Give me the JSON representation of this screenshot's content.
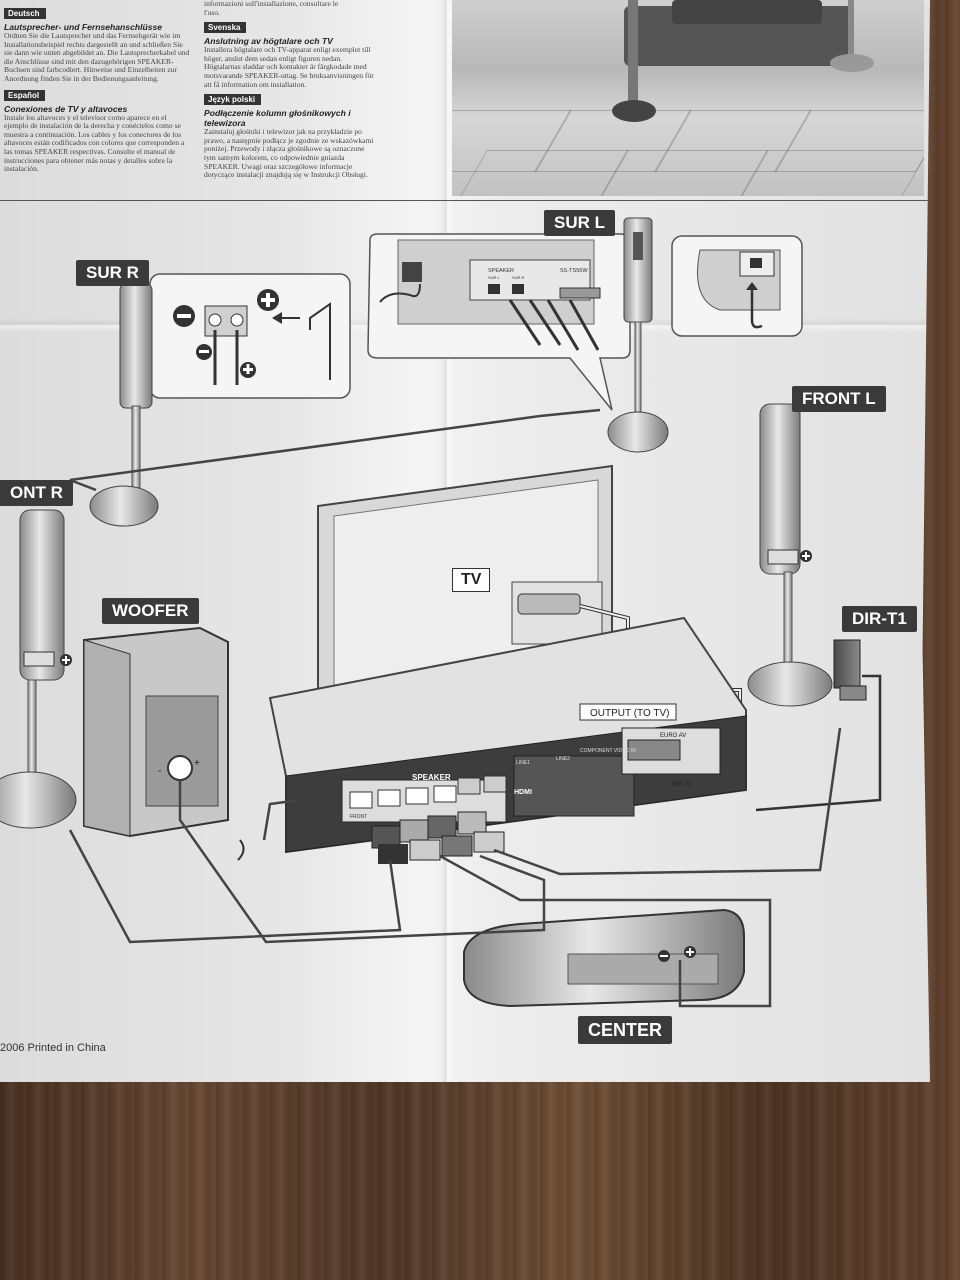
{
  "top_left_fragment": "informazioni sull'installazione, consultare le\nl'uso.",
  "sections": {
    "deutsch": {
      "header": "Deutsch",
      "subtitle": "Lautsprecher- und Fernsehanschlüsse",
      "body": "Ordnen Sie die Lautsprecher und das Fernsehgerät wie im Installationsbeispiel rechts dargestellt an und schließen Sie sie dann wie unten abgebildet an. Die Lautsprecherkabel und die Anschlüsse sind mit den dazugehörigen SPEAKER-Buchsen sind farbcodiert. Hinweise und Einzelheiten zur Anordnung finden Sie in der Bedienungsanleitung."
    },
    "espanol": {
      "header": "Español",
      "subtitle": "Conexiones de TV y altavoces",
      "body": "Instale los altavoces y el televisor como aparece en el ejemplo de instalación de la derecha y conéctelos como se muestra a continuación. Los cables y los conectores de los altavoces están codificados con colores que corresponden a las tomas SPEAKER respectivas. Consulte el manual de instrucciones para obtener más notas y detalles sobre la instalación."
    },
    "svenska": {
      "header": "Svenska",
      "subtitle": "Anslutning av högtalare och TV",
      "body": "Installera högtalare och TV-apparat enligt exemplet till höger, anslut dem sedan enligt figuren nedan. Högtalarnas sladdar och kontakter är färgkodade med motsvarande SPEAKER-uttag. Se bruksanvisningen för att få information om installation."
    },
    "polski": {
      "header": "Język polski",
      "subtitle": "Podłączenie kolumn głośnikowych i telewizora",
      "body": "Zainstaluj głośniki i telewizor jak na przykładzie po prawo, a następnie podłącz je zgodnie ze wskazówkami poniżej. Przewody i złącza głośnikowe są oznaczone tym samym kolorem, co odpowiednie gniazda SPEAKER. Uwagi oraz szczegółowe informacje dotyczące instalacji znajdują się w Instrukcji Obsługi."
    }
  },
  "labels": {
    "sur_r": "SUR R",
    "sur_l": "SUR L",
    "front_l": "FRONT L",
    "front_r": "ONT R",
    "woofer": "WOOFER",
    "tv": "TV",
    "dir_t1": "DIR-T1",
    "center": "CENTER"
  },
  "panel_text": {
    "speaker": "SPEAKER",
    "output_to_tv": "OUTPUT (TO TV)",
    "euro_av": "EURO AV",
    "dir_t1_jack": "DIR-T1",
    "ss_model": "SS-TS56W",
    "hdmi": "HDMI",
    "line1": "LINE1",
    "line2": "LINE2",
    "component_video": "COMPONENT VIDEO IN",
    "front_jack": "FRONT",
    "sur_l_jack": "SUR L",
    "sur_r_jack": "SUR R"
  },
  "footer": {
    "printed": "2006  Printed in China"
  },
  "colors": {
    "label_bg": "#3a3a3a",
    "paper": "#ececec",
    "wood": "#5a3f2e"
  }
}
